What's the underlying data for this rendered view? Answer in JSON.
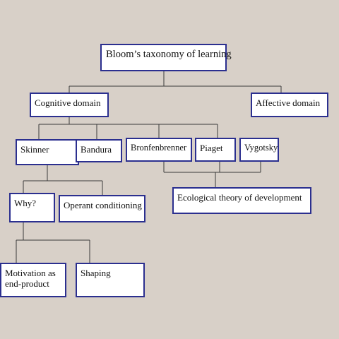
{
  "nodes": {
    "root": "Bloom’s taxonomy of learning",
    "cognitive": "Cognitive domain",
    "affective": "Affective domain",
    "skinner": "Skinner",
    "bandura": "Bandura",
    "bronfenbrenner": "Bronfenbrenner",
    "piaget": "Piaget",
    "vygotsky": "Vygotsky",
    "why": "Why?",
    "operant": "Operant conditioning",
    "ecological": "Ecological theory of development",
    "motivation": "Motivation as end-product",
    "shaping": "Shaping"
  },
  "colors": {
    "background": "#d8d0c8",
    "box_border": "#2b2f8f",
    "connector": "#3a3a3a"
  }
}
